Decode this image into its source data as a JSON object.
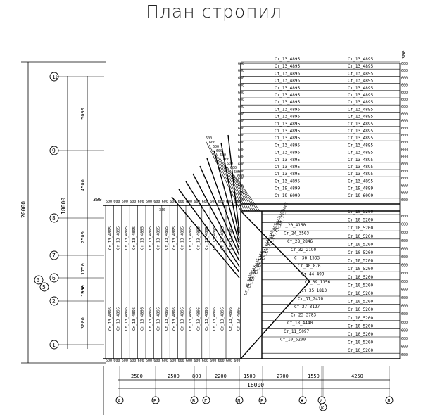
{
  "title": "План стропил",
  "overall": {
    "height": "20000",
    "sub_height": "18000",
    "width": "18000"
  },
  "v_dims": [
    "5000",
    "4500",
    "2500",
    "1750",
    "250",
    "1000",
    "3000"
  ],
  "h_dims": [
    "2500",
    "2500",
    "800",
    "2200",
    "1500",
    "2700",
    "1550",
    "4250"
  ],
  "left_axes": [
    "10",
    "9",
    "8",
    "7",
    "6",
    "5",
    "3",
    "2",
    "1"
  ],
  "bottom_axes": [
    "А",
    "Б",
    "В",
    "Г",
    "Д",
    "Е",
    "Ж",
    "И",
    "К",
    "Л"
  ],
  "spacing_label": "600",
  "top_right_dim": "300",
  "top_left_dim": "300",
  "rafter_std": "Ст_13_4895",
  "right_block": {
    "upper_right": [
      "Ст_13_4895",
      "Ст_13_4895",
      "Ст_13_4895",
      "Ст_13_4895",
      "Ст_13_4895",
      "Ст_13_4895",
      "Ст_13_4895",
      "Ст_13_4895",
      "Ст_13_4895",
      "Ст_13_4895",
      "Ст_13_4895",
      "Ст_13_4895",
      "Ст_13_4895",
      "Ст_13_4895",
      "Ст_13_4895",
      "Ст_13_4895",
      "Ст_13_4895",
      "Ст_13_4895",
      "Ст_19_4899",
      "Ст_19_6099"
    ],
    "lower_right": [
      "Ст_10_5200",
      "Ст_10_5200",
      "Ст_10_5200",
      "Ст_10_5200",
      "Ст_10_5200",
      "Ст_10_5200",
      "Ст_10_5200",
      "Ст_10_5200",
      "Ст_10_5200",
      "Ст_10_5200",
      "Ст_10_5200",
      "Ст_10_5200",
      "Ст_10_5200",
      "Ст_10_5200",
      "Ст_10_5200",
      "Ст_10_5200",
      "Ст_10_5200",
      "Ст_10_5200"
    ],
    "lower_left": [
      "Ст_20_4160",
      "Ст_24_3503",
      "Ст_28_2846",
      "Ст_32_2190",
      "Ст_36_1533",
      "Ст_40_876",
      "Ст_44_499",
      "Ст_39_1156",
      "Ст_35_1813",
      "Ст_31_2470",
      "Ст_27_3127",
      "Ст_23_3783",
      "Ст_18_4440",
      "Ст_11_5097",
      "Ст_10_5200"
    ],
    "diag_left": [
      "Ст_26_3339",
      "Ст_30_2682",
      "Ст_34_2025",
      "Ст_38_1368",
      "Ст_42_711",
      "Ст_41_664",
      "Ст_37_1340",
      "Ст_33_1997",
      "Ст_29_2843",
      "Ст_25_3499",
      "Ст_15_4463"
    ]
  },
  "misc_dims": [
    "350",
    "220",
    "400"
  ]
}
